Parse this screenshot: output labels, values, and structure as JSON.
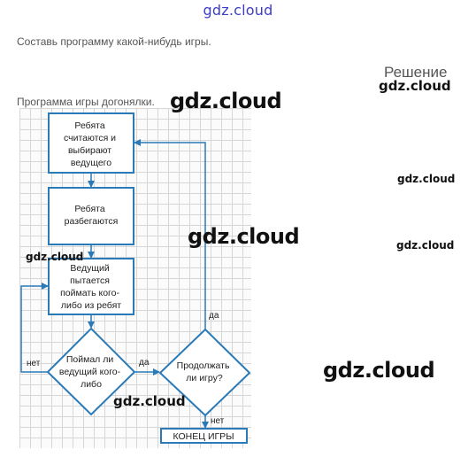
{
  "header": {
    "site_name": "gdz.cloud"
  },
  "task": {
    "text": "Составь программу какой-нибудь игры."
  },
  "solution": {
    "heading": "Решение"
  },
  "answer": {
    "intro": "Программа игры догонялки."
  },
  "watermark": {
    "text": "gdz.cloud"
  },
  "flowchart": {
    "box1": [
      "Ребята",
      "считаются и",
      "выбирают",
      "ведущего"
    ],
    "box2": [
      "Ребята",
      "разбегаются"
    ],
    "box3": [
      "Ведущий",
      "пытается",
      "поймать кого-",
      "либо из ребят"
    ],
    "decision1": [
      "Поймал ли",
      "ведущий кого-",
      "либо"
    ],
    "decision2": [
      "Продолжать",
      "ли игру?"
    ],
    "end": "КОНЕЦ ИГРЫ",
    "label_no_left": "нет",
    "label_yes_mid": "да",
    "label_yes_top": "да",
    "label_no_bottom": "нет",
    "colors": {
      "box_border": "#2a7ab8",
      "arrow": "#2a7ab8"
    }
  }
}
